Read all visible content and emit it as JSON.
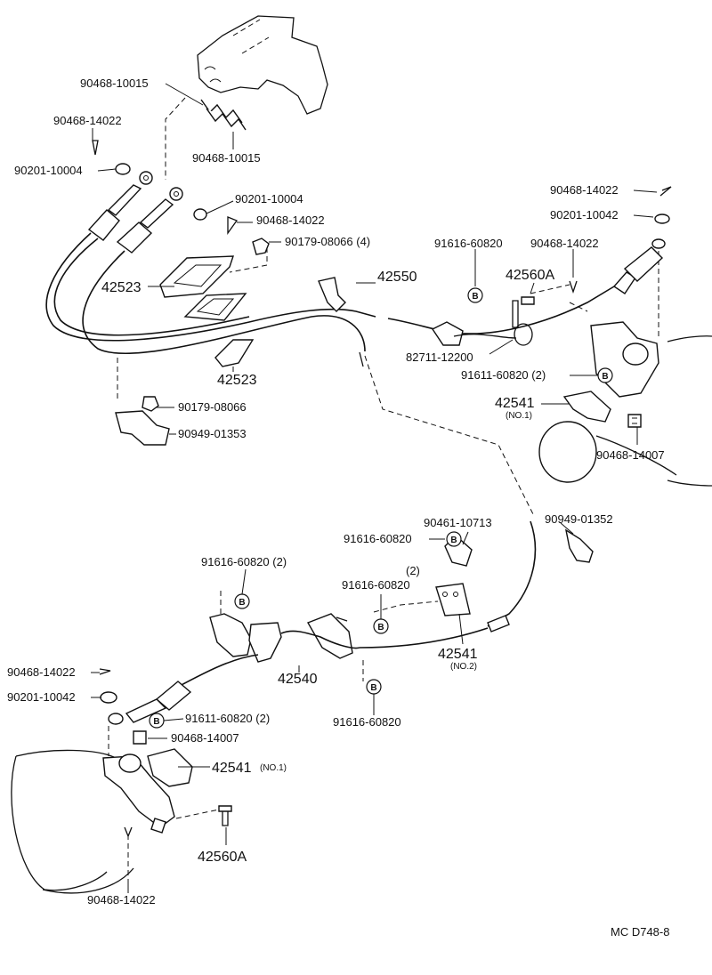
{
  "labels": {
    "l90468_10015_a": "90468-10015",
    "l90468_10015_b": "90468-10015",
    "l90468_14022_a": "90468-14022",
    "l90201_10004_a": "90201-10004",
    "l90201_10004_b": "90201-10004",
    "l90468_14022_b": "90468-14022",
    "l90179_08066_4": "90179-08066 (4)",
    "l42523_a": "42523",
    "l42523_b": "42523",
    "l42550": "42550",
    "l90179_08066": "90179-08066",
    "l90949_01353": "90949-01353",
    "l90468_14022_c": "90468-14022",
    "l90201_10042_a": "90201-10042",
    "l91616_60820_a": "91616-60820",
    "l90468_14022_d": "90468-14022",
    "l42560a_a": "42560A",
    "l82711_12200": "82711-12200",
    "l91611_60820_2a": "91611-60820 (2)",
    "l42541_a": "42541",
    "l42541_a_sub": "(NO.1)",
    "l90468_14007_a": "90468-14007",
    "l90461_10713": "90461-10713",
    "l90949_01352": "90949-01352",
    "l91616_60820_b": "91616-60820",
    "l91616_60820_2": "91616-60820 (2)",
    "l91616_60820_c_qty": "(2)",
    "l91616_60820_c": "91616-60820",
    "l42541_b": "42541",
    "l42541_b_sub": "(NO.2)",
    "l42540": "42540",
    "l90468_14022_e": "90468-14022",
    "l90201_10042_b": "90201-10042",
    "l91611_60820_2b": "91611-60820 (2)",
    "l90468_14007_b": "90468-14007",
    "l42541_c": "42541",
    "l42541_c_sub": "(NO.1)",
    "l91616_60820_d": "91616-60820",
    "l42560a_b": "42560A",
    "l90468_14022_f": "90468-14022"
  },
  "bolt_marker": "B",
  "footer": {
    "code": "MC  D748-8"
  }
}
